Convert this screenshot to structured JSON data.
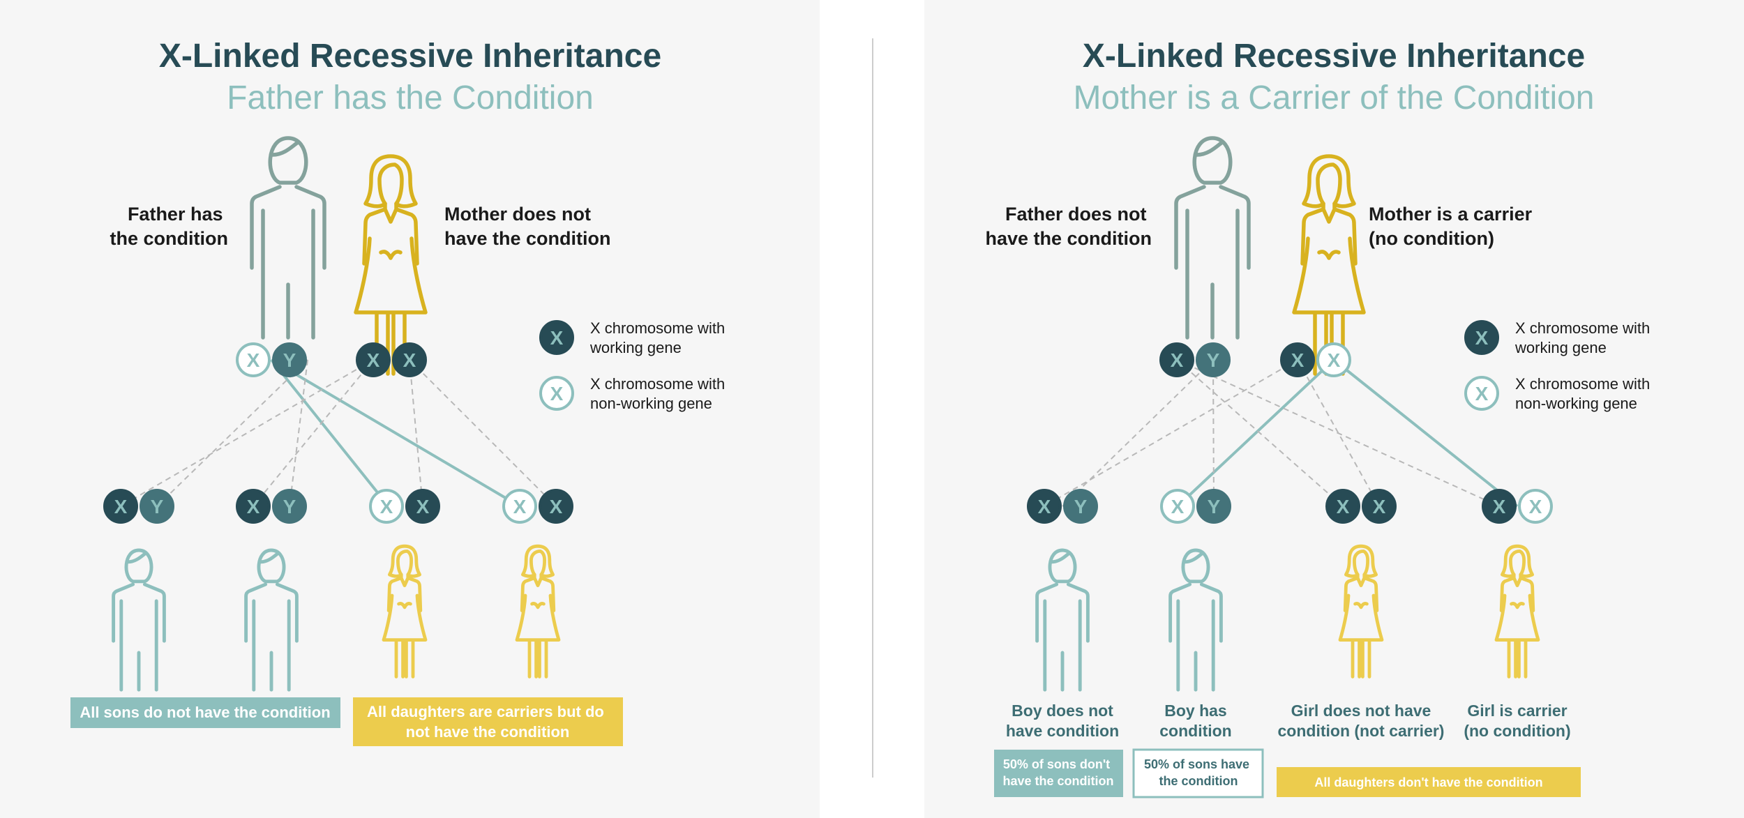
{
  "colors": {
    "dark": "#274b55",
    "dark_y": "#44737a",
    "teal": "#8dbfbd",
    "male_outline": "#84a29c",
    "female_outline": "#d8b21f",
    "child_female": "#eccc4d",
    "label_teal": "#3d6d73",
    "panel_bg": "#f6f6f6"
  },
  "legend": {
    "working_icon": "X",
    "working_label": [
      "X chromosome with",
      "working gene"
    ],
    "nonworking_icon": "X",
    "nonworking_label": [
      "X chromosome with",
      "non-working gene"
    ]
  },
  "left_panel": {
    "title": "X-Linked Recessive Inheritance",
    "subtitle": "Father has the Condition",
    "father_label": [
      "Father has",
      "the condition"
    ],
    "mother_label": [
      "Mother does not",
      "have the condition"
    ],
    "father_chromosomes": [
      {
        "letter": "X",
        "kind": "nonworking"
      },
      {
        "letter": "Y",
        "kind": "y"
      }
    ],
    "mother_chromosomes": [
      {
        "letter": "X",
        "kind": "working"
      },
      {
        "letter": "X",
        "kind": "working"
      }
    ],
    "children": [
      {
        "sex": "male",
        "chromosomes": [
          {
            "letter": "X",
            "kind": "working"
          },
          {
            "letter": "Y",
            "kind": "y"
          }
        ]
      },
      {
        "sex": "male",
        "chromosomes": [
          {
            "letter": "X",
            "kind": "working"
          },
          {
            "letter": "Y",
            "kind": "y"
          }
        ]
      },
      {
        "sex": "female",
        "chromosomes": [
          {
            "letter": "X",
            "kind": "nonworking"
          },
          {
            "letter": "X",
            "kind": "working"
          }
        ]
      },
      {
        "sex": "female",
        "chromosomes": [
          {
            "letter": "X",
            "kind": "nonworking"
          },
          {
            "letter": "X",
            "kind": "working"
          }
        ]
      }
    ],
    "sons_box": "All sons do not have the condition",
    "daughters_box": [
      "All daughters are carriers but do",
      "not have the condition"
    ]
  },
  "right_panel": {
    "title": "X-Linked Recessive Inheritance",
    "subtitle": "Mother is a Carrier of the Condition",
    "father_label": [
      "Father does not",
      "have the condition"
    ],
    "mother_label": [
      "Mother is a carrier",
      "(no condition)"
    ],
    "father_chromosomes": [
      {
        "letter": "X",
        "kind": "working"
      },
      {
        "letter": "Y",
        "kind": "y"
      }
    ],
    "mother_chromosomes": [
      {
        "letter": "X",
        "kind": "working"
      },
      {
        "letter": "X",
        "kind": "nonworking"
      }
    ],
    "children": [
      {
        "sex": "male",
        "label": [
          "Boy does not",
          "have condition"
        ],
        "chromosomes": [
          {
            "letter": "X",
            "kind": "working"
          },
          {
            "letter": "Y",
            "kind": "y"
          }
        ]
      },
      {
        "sex": "male",
        "label": [
          "Boy has",
          "condition"
        ],
        "chromosomes": [
          {
            "letter": "X",
            "kind": "nonworking"
          },
          {
            "letter": "Y",
            "kind": "y"
          }
        ]
      },
      {
        "sex": "female",
        "label": [
          "Girl does not have",
          "condition (not carrier)"
        ],
        "chromosomes": [
          {
            "letter": "X",
            "kind": "working"
          },
          {
            "letter": "X",
            "kind": "working"
          }
        ]
      },
      {
        "sex": "female",
        "label": [
          "Girl is carrier",
          "(no condition)"
        ],
        "chromosomes": [
          {
            "letter": "X",
            "kind": "working"
          },
          {
            "letter": "X",
            "kind": "nonworking"
          }
        ]
      }
    ],
    "box_sons_no": [
      "50% of sons don't",
      "have the condition"
    ],
    "box_sons_yes": [
      "50% of sons have",
      "the condition"
    ],
    "box_daughters": "All daughters don't have the condition"
  }
}
